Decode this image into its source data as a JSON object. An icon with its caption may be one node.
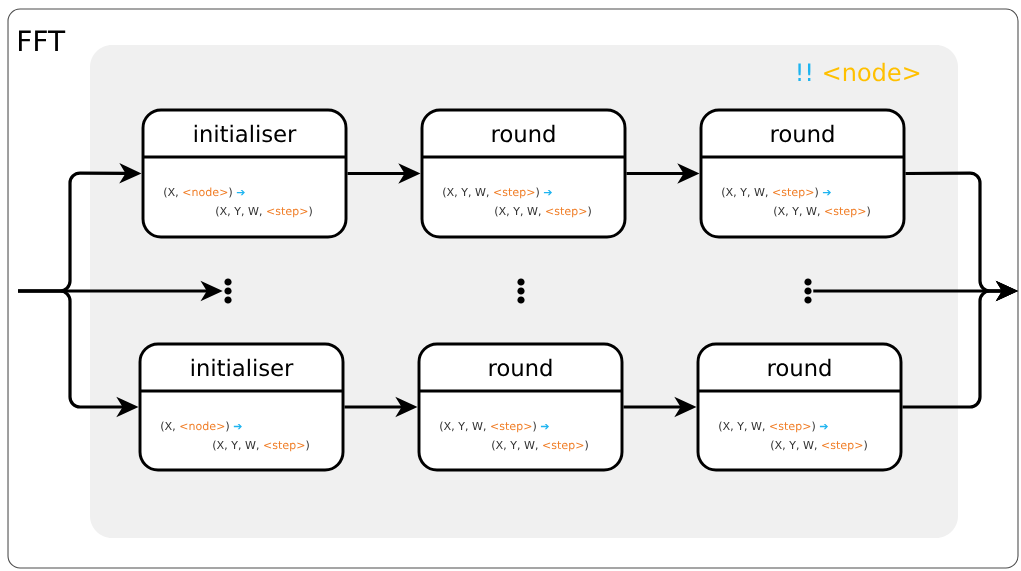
{
  "diagram": {
    "nodes": [
      {
        "text": [
          "FFT"
        ]
      },
      {
        "text": [
          "!!",
          "<node>"
        ],
        "in": 0
      },
      {
        "text": [
          "initialiser",
          "(X,",
          "<node>",
          ")",
          "➔",
          "(X, Y, W,",
          "<step>",
          ")"
        ],
        "in": 1
      },
      {
        "text": [
          "round",
          "(X, Y, W,",
          "<step>",
          ")",
          "➔",
          "(X, Y, W,",
          "<step>",
          ")"
        ],
        "in": 1
      },
      {
        "text": [
          "round",
          "(X, Y, W,",
          "<step>",
          ")",
          "➔",
          "(X, Y, W,",
          "<step>",
          ")"
        ],
        "in": 1
      },
      {
        "text": [
          "initialiser",
          "(X,",
          "<node>",
          ")",
          "➔",
          "(X, Y, W,",
          "<step>",
          ")"
        ],
        "in": 1
      },
      {
        "text": [
          "round",
          "(X, Y, W,",
          "<step>",
          ")",
          "➔",
          "(X, Y, W,",
          "<step>",
          ")"
        ],
        "in": 1
      },
      {
        "text": [
          "round",
          "(X, Y, W,",
          "<step>",
          ")",
          "➔",
          "(X, Y, W,",
          "<step>",
          ")"
        ],
        "in": 1
      },
      {
        "text": [],
        "shape": "dots",
        "in": 1
      },
      {
        "text": [],
        "shape": "dots",
        "in": 1
      },
      {
        "text": [],
        "shape": "dots",
        "in": 1
      }
    ],
    "edges": [
      {
        "from": null,
        "to": 2,
        "arrow": "to"
      },
      {
        "from": null,
        "to": 5,
        "arrow": "to"
      },
      {
        "from": null,
        "to": 8,
        "arrow": "to"
      },
      {
        "from": 2,
        "to": 3,
        "arrow": "to"
      },
      {
        "from": 3,
        "to": 4,
        "arrow": "to"
      },
      {
        "from": 5,
        "to": 6,
        "arrow": "to"
      },
      {
        "from": 6,
        "to": 7,
        "arrow": "to"
      },
      {
        "from": 4,
        "to": null,
        "arrow": "to"
      },
      {
        "from": 7,
        "to": null,
        "arrow": "to"
      },
      {
        "from": 10,
        "to": null,
        "arrow": "to"
      }
    ]
  }
}
